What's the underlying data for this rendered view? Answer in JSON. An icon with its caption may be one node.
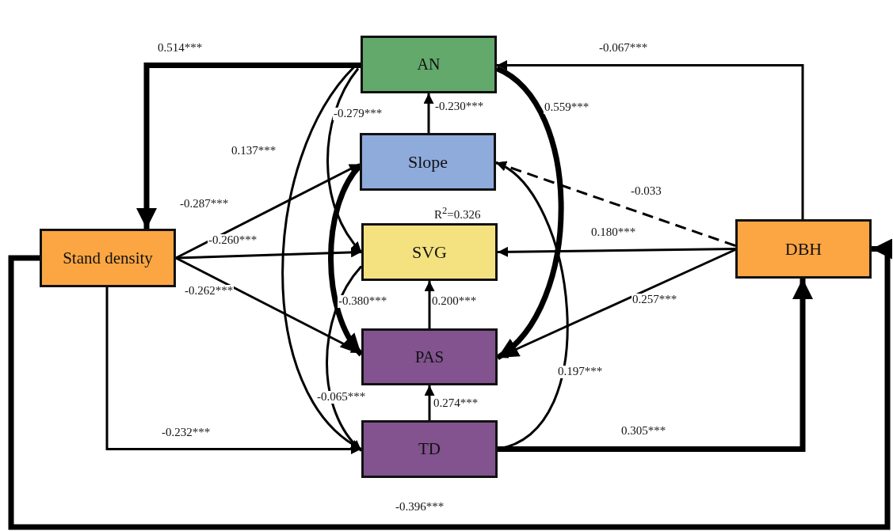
{
  "diagram": {
    "nodes": [
      {
        "text": [
          "AN"
        ]
      },
      {
        "text": [
          "Slope"
        ]
      },
      {
        "text": [
          "SVG"
        ],
        "beside": [
          "R$^{2}$=0.326"
        ]
      },
      {
        "text": [
          "Stand density"
        ]
      },
      {
        "text": [
          "DBH"
        ]
      },
      {
        "text": [
          "PAS"
        ]
      },
      {
        "text": [
          "TD"
        ]
      }
    ],
    "edges": [
      {
        "from": 0,
        "to": 3,
        "arrow": "to",
        "label": "0.514***",
        "style": "thick"
      },
      {
        "from": 4,
        "to": 0,
        "arrow": "to",
        "label": "-0.067***"
      },
      {
        "from": 1,
        "to": 0,
        "arrow": "to",
        "label": "-0.230***"
      },
      {
        "from": 0,
        "to": 2,
        "arrow": "to",
        "label": "-0.279***"
      },
      {
        "from": 0,
        "to": 5,
        "arrow": "to",
        "label": "0.559***",
        "style": "thick"
      },
      {
        "from": 0,
        "to": 6,
        "arrow": "to",
        "label": "0.137***"
      },
      {
        "from": 1,
        "to": 5,
        "arrow": "to",
        "label": "-0.380***",
        "style": "thick"
      },
      {
        "from": 3,
        "to": 1,
        "arrow": "to",
        "label": "-0.287***"
      },
      {
        "from": 3,
        "to": 2,
        "arrow": "to",
        "label": "-0.260***"
      },
      {
        "from": 3,
        "to": 5,
        "arrow": "to",
        "label": "-0.262***"
      },
      {
        "from": 3,
        "to": 6,
        "arrow": "to",
        "label": "-0.232***"
      },
      {
        "from": 3,
        "to": 4,
        "arrow": "to",
        "label": "-0.396***",
        "style": "thick"
      },
      {
        "from": 4,
        "to": 2,
        "arrow": "to",
        "label": "0.180***"
      },
      {
        "from": 4,
        "to": 1,
        "arrow": "to",
        "label": "-0.033",
        "style": "dashed"
      },
      {
        "from": 4,
        "to": 5,
        "arrow": "to",
        "label": "0.257***"
      },
      {
        "from": 6,
        "to": 4,
        "arrow": "to",
        "label": "0.305***",
        "style": "thick"
      },
      {
        "from": 6,
        "to": 5,
        "arrow": "to",
        "label": "0.274***"
      },
      {
        "from": 5,
        "to": 2,
        "arrow": "to",
        "label": "0.200***"
      },
      {
        "from": 6,
        "to": 1,
        "arrow": "to",
        "label": "0.197***"
      },
      {
        "from": 2,
        "to": 6,
        "arrow": "to",
        "label": "-0.065***"
      }
    ]
  }
}
